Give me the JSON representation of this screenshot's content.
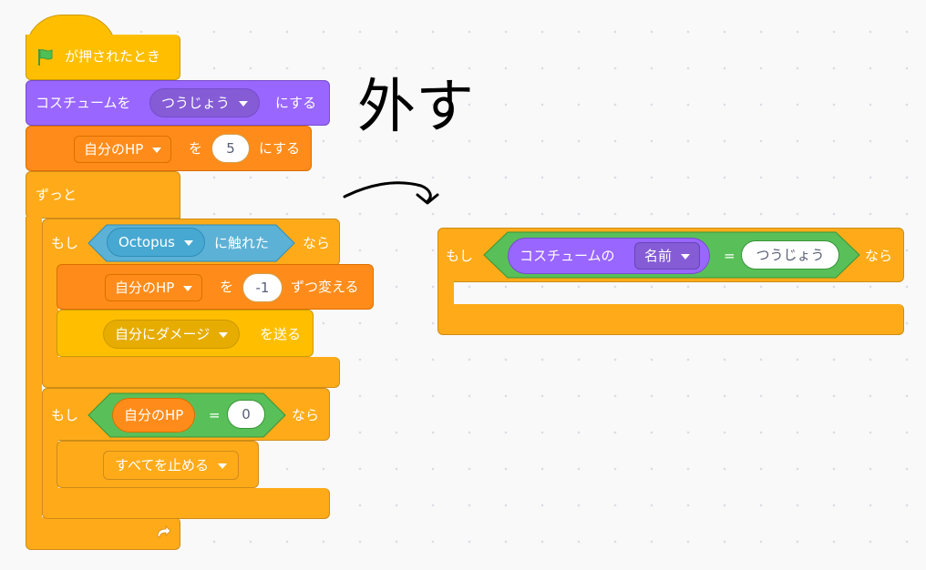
{
  "hat": {
    "label": "が押されたとき",
    "icon": "green-flag-icon"
  },
  "switch_costume": {
    "label": "コスチュームを",
    "value": "つうじょう",
    "suffix": "にする"
  },
  "set_var": {
    "variable": "自分のHP",
    "mid": "を",
    "value": "5",
    "suffix": "にする"
  },
  "forever": {
    "label": "ずっと",
    "loop_icon": "loop-arrow-icon"
  },
  "if1": {
    "prefix": "もし",
    "sensing_target": "Octopus",
    "sensing_text": "に触れた",
    "suffix": "なら",
    "change_var": {
      "variable": "自分のHP",
      "mid": "を",
      "value": "-1",
      "suffix": "ずつ変える"
    },
    "broadcast": {
      "message": "自分にダメージ",
      "suffix": "を送る"
    }
  },
  "if2": {
    "prefix": "もし",
    "left": "自分のHP",
    "op": "=",
    "right": "0",
    "suffix": "なら",
    "stop": {
      "option": "すべてを止める"
    }
  },
  "annotation": {
    "text": "外す"
  },
  "detached_if": {
    "prefix": "もし",
    "costume_label": "コスチュームの",
    "costume_attr": "名前",
    "op": "=",
    "right": "つうじょう",
    "suffix": "なら"
  },
  "colors": {
    "events": "#ffbf00",
    "looks": "#9966ff",
    "variables": "#ff8c1a",
    "control": "#ffab19",
    "sensing": "#5cb1d6",
    "operators": "#59c059"
  }
}
